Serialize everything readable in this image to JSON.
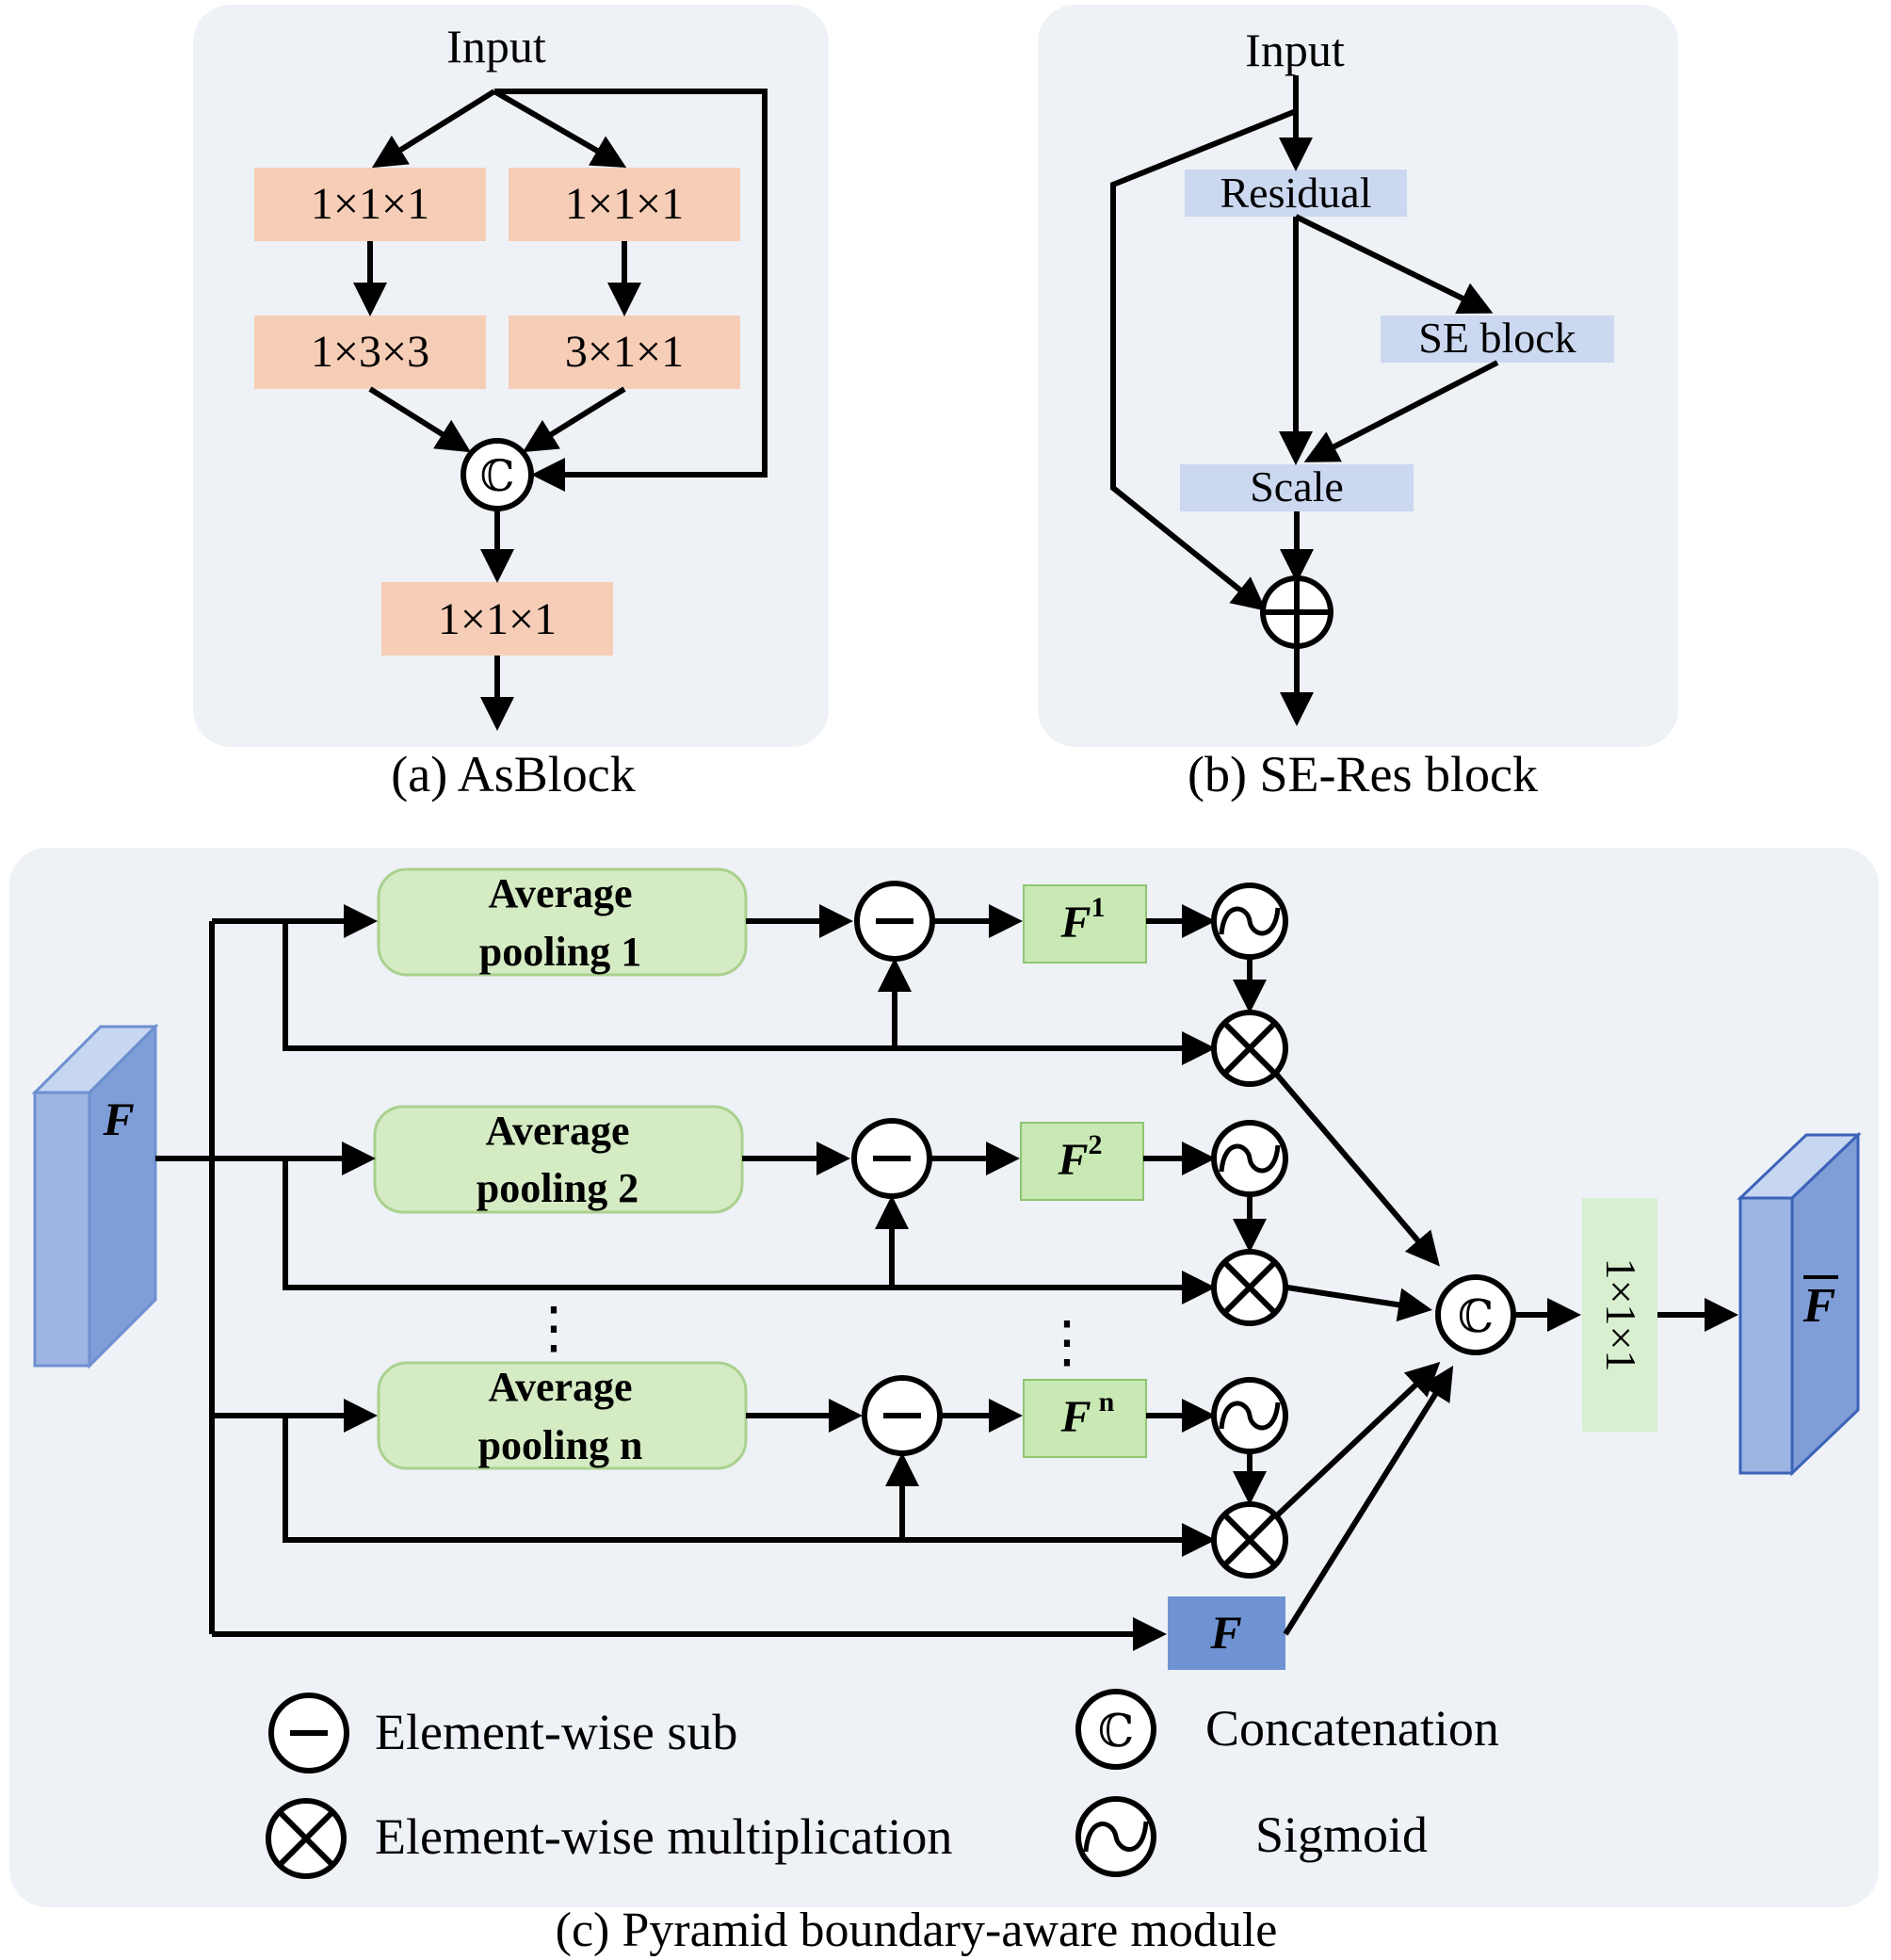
{
  "panel_a": {
    "input": "Input",
    "conv_l1": "1×1×1",
    "conv_r1": "1×1×1",
    "conv_l2": "1×3×3",
    "conv_r2": "3×1×1",
    "concat_symbol": "ℂ",
    "conv_out": "1×1×1",
    "caption": "(a) AsBlock"
  },
  "panel_b": {
    "input": "Input",
    "residual": "Residual",
    "se_block": "SE block",
    "scale": "Scale",
    "caption": "(b) SE-Res block"
  },
  "panel_c": {
    "input_feature": "F",
    "pool1": [
      "Average",
      "pooling 1"
    ],
    "pool2": [
      "Average",
      "pooling 2"
    ],
    "pooln": [
      "Average",
      "pooling n"
    ],
    "f1_base": "F",
    "f1_sup": "1",
    "f2_base": "F",
    "f2_sup": "2",
    "fn_base": "F",
    "fn_sup": "n",
    "vdots": "⋮",
    "concat_symbol": "ℂ",
    "conv": "1×1×1",
    "skip_feature": "F",
    "output_feature": "F",
    "caption": "(c) Pyramid boundary-aware module"
  },
  "legend": {
    "sub": "Element-wise sub",
    "mult": "Element-wise multiplication",
    "concat_symbol": "ℂ",
    "concat": "Concatenation",
    "sigmoid": "Sigmoid"
  },
  "colors": {
    "panel_bg": "#eef1f6",
    "conv_a_fill": "#f6cdb6",
    "se_box_fill": "#cbd8ef",
    "pool_fill": "#d5ebc4",
    "pool_stroke": "#a9d18e",
    "fbox_fill": "#c8e8b4",
    "conv_c_fill": "#d8efd0",
    "skip_fill": "#6f93d2",
    "cube_front": "#9db5e2",
    "cube_side": "#7f9dd6",
    "cube_top": "#c7d6f1"
  }
}
